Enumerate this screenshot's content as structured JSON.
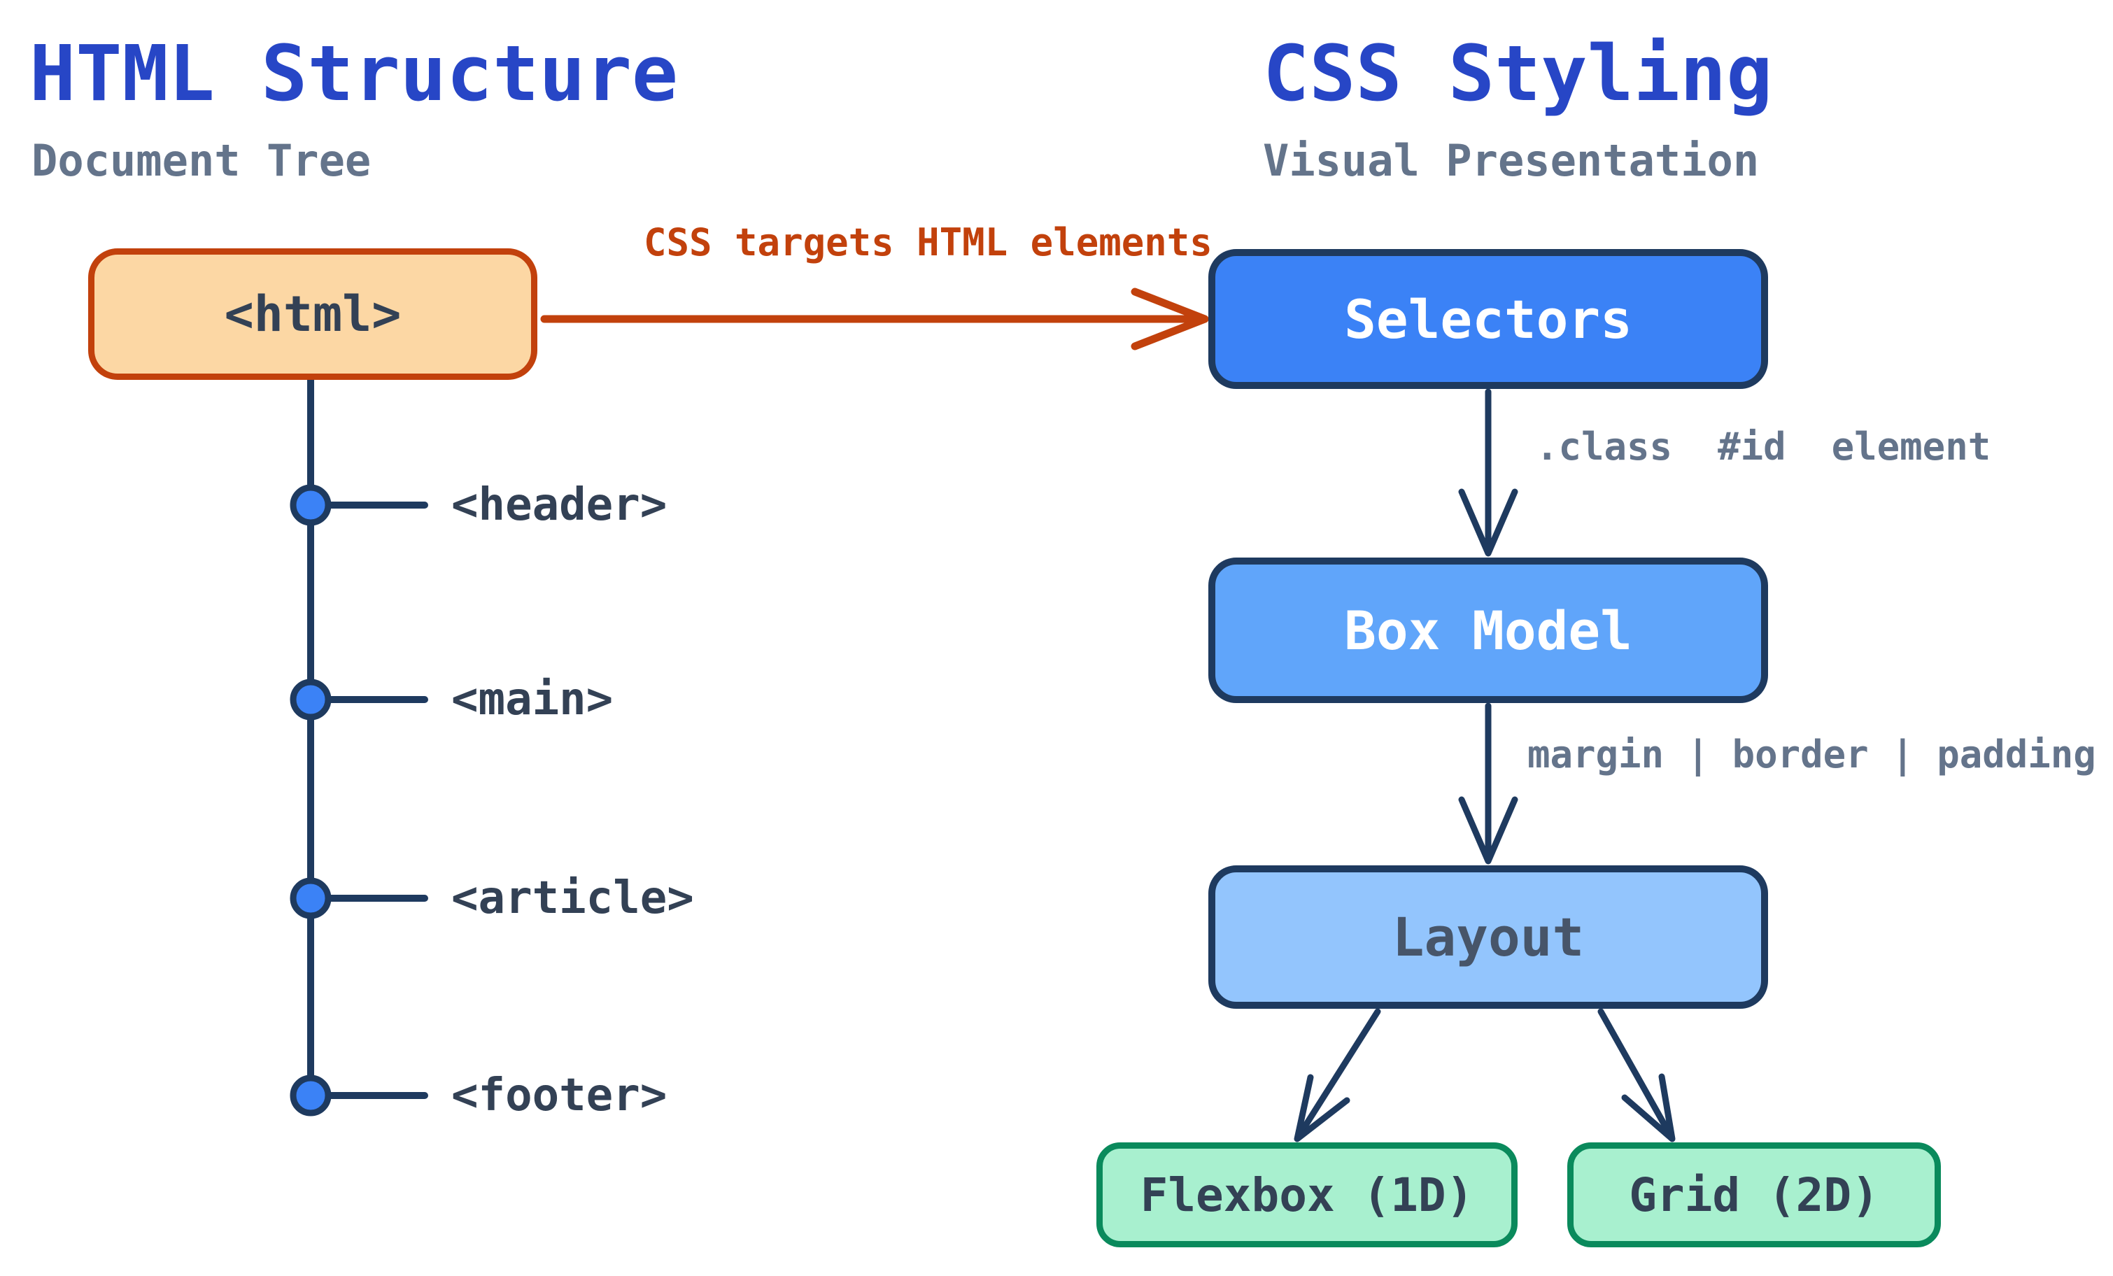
{
  "colors": {
    "bg": "#ffffff",
    "titleBlue": "#2746c6",
    "slate": "#64748b",
    "navy": "#1e3a5f",
    "orange": "#c2410c",
    "peach": "#fcd7a4",
    "nodeBlue": "#3b82f6",
    "blue500": "#3b82f6",
    "blue400": "#60a5fa",
    "blue300": "#93c5fd",
    "mint": "#a8f0cf",
    "green": "#0a8a5c",
    "darkText": "#334155",
    "layoutText": "#475569"
  },
  "left": {
    "title": "HTML Structure",
    "subtitle": "Document Tree",
    "root": "<html>",
    "children": [
      "<header>",
      "<main>",
      "<article>",
      "<footer>"
    ]
  },
  "right": {
    "title": "CSS Styling",
    "subtitle": "Visual Presentation",
    "flow": [
      "Selectors",
      "Box Model",
      "Layout"
    ],
    "edge_labels": [
      ".class  #id  element",
      "margin | border | padding"
    ],
    "leaves": [
      "Flexbox (1D)",
      "Grid (2D)"
    ]
  },
  "connection": {
    "label": "CSS targets HTML elements"
  }
}
